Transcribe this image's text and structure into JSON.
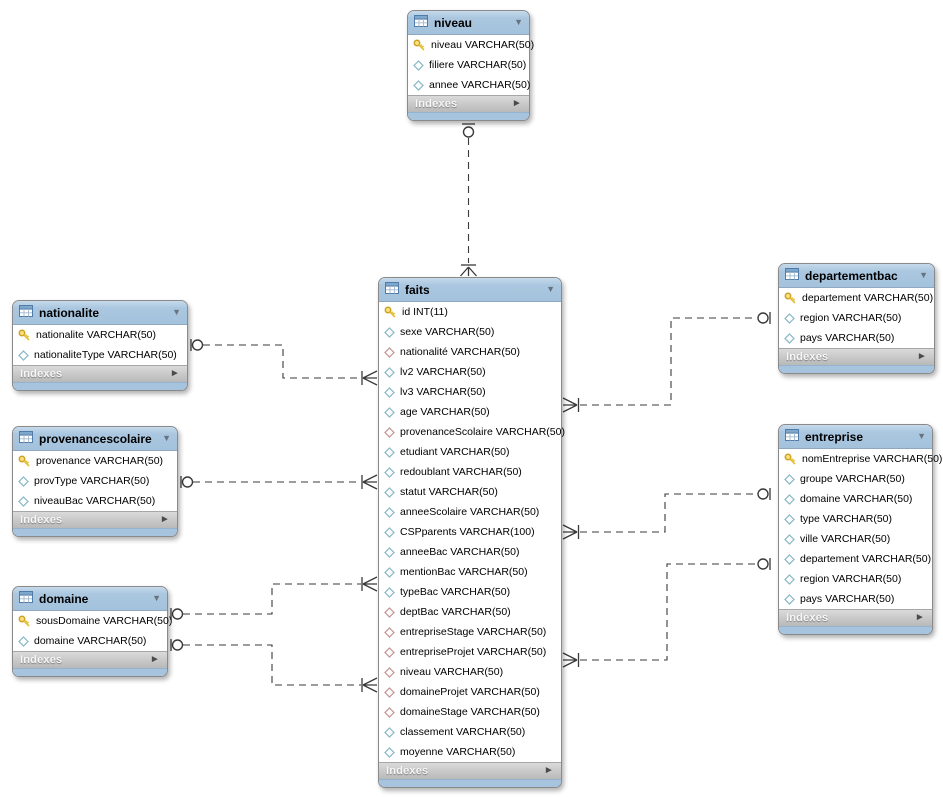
{
  "diagram": {
    "indexes_label": "Indexes",
    "collapse_icon": "▼",
    "expand_icon": "►",
    "colors": {
      "table_header": "#a7c4de",
      "primary_key": "#ffd74d",
      "column_diamond": "#85b6c4",
      "foreign_key_diamond": "#c49090",
      "relationship_line": "#3a3a3a"
    },
    "tables": [
      {
        "name": "niveau",
        "columns": [
          {
            "icon": "key",
            "text": "niveau VARCHAR(50)"
          },
          {
            "icon": "col",
            "text": "filiere VARCHAR(50)"
          },
          {
            "icon": "col",
            "text": "annee VARCHAR(50)"
          }
        ]
      },
      {
        "name": "nationalite",
        "columns": [
          {
            "icon": "key",
            "text": "nationalite VARCHAR(50)"
          },
          {
            "icon": "col",
            "text": "nationaliteType VARCHAR(50)"
          }
        ]
      },
      {
        "name": "provenancescolaire",
        "columns": [
          {
            "icon": "key",
            "text": "provenance VARCHAR(50)"
          },
          {
            "icon": "col",
            "text": "provType VARCHAR(50)"
          },
          {
            "icon": "col",
            "text": "niveauBac VARCHAR(50)"
          }
        ]
      },
      {
        "name": "domaine",
        "columns": [
          {
            "icon": "key",
            "text": "sousDomaine VARCHAR(50)"
          },
          {
            "icon": "col",
            "text": "domaine VARCHAR(50)"
          }
        ]
      },
      {
        "name": "faits",
        "columns": [
          {
            "icon": "key",
            "text": "id INT(11)"
          },
          {
            "icon": "col",
            "text": "sexe VARCHAR(50)"
          },
          {
            "icon": "fk",
            "text": "nationalité VARCHAR(50)"
          },
          {
            "icon": "col",
            "text": "lv2 VARCHAR(50)"
          },
          {
            "icon": "col",
            "text": "lv3 VARCHAR(50)"
          },
          {
            "icon": "col",
            "text": "age VARCHAR(50)"
          },
          {
            "icon": "fk",
            "text": "provenanceScolaire VARCHAR(50)"
          },
          {
            "icon": "col",
            "text": "etudiant VARCHAR(50)"
          },
          {
            "icon": "col",
            "text": "redoublant VARCHAR(50)"
          },
          {
            "icon": "col",
            "text": "statut VARCHAR(50)"
          },
          {
            "icon": "col",
            "text": "anneeScolaire VARCHAR(50)"
          },
          {
            "icon": "col",
            "text": "CSPparents VARCHAR(100)"
          },
          {
            "icon": "col",
            "text": "anneeBac VARCHAR(50)"
          },
          {
            "icon": "col",
            "text": "mentionBac VARCHAR(50)"
          },
          {
            "icon": "col",
            "text": "typeBac VARCHAR(50)"
          },
          {
            "icon": "fk",
            "text": "deptBac VARCHAR(50)"
          },
          {
            "icon": "fk",
            "text": "entrepriseStage VARCHAR(50)"
          },
          {
            "icon": "fk",
            "text": "entrepriseProjet VARCHAR(50)"
          },
          {
            "icon": "fk",
            "text": "niveau VARCHAR(50)"
          },
          {
            "icon": "fk",
            "text": "domaineProjet VARCHAR(50)"
          },
          {
            "icon": "fk",
            "text": "domaineStage VARCHAR(50)"
          },
          {
            "icon": "col",
            "text": "classement VARCHAR(50)"
          },
          {
            "icon": "col",
            "text": "moyenne VARCHAR(50)"
          }
        ]
      },
      {
        "name": "departementbac",
        "columns": [
          {
            "icon": "key",
            "text": "departement VARCHAR(50)"
          },
          {
            "icon": "col",
            "text": "region VARCHAR(50)"
          },
          {
            "icon": "col",
            "text": "pays VARCHAR(50)"
          }
        ]
      },
      {
        "name": "entreprise",
        "columns": [
          {
            "icon": "key",
            "text": "nomEntreprise VARCHAR(50)"
          },
          {
            "icon": "col",
            "text": "groupe VARCHAR(50)"
          },
          {
            "icon": "col",
            "text": "domaine VARCHAR(50)"
          },
          {
            "icon": "col",
            "text": "type VARCHAR(50)"
          },
          {
            "icon": "col",
            "text": "ville VARCHAR(50)"
          },
          {
            "icon": "col",
            "text": "departement VARCHAR(50)"
          },
          {
            "icon": "col",
            "text": "region VARCHAR(50)"
          },
          {
            "icon": "col",
            "text": "pays VARCHAR(50)"
          }
        ]
      }
    ],
    "relationships": [
      {
        "from": "niveau",
        "to": "faits",
        "from_end": "zero-or-one",
        "to_end": "one-or-many"
      },
      {
        "from": "nationalite",
        "to": "faits",
        "from_end": "zero-or-one",
        "to_end": "one-or-many"
      },
      {
        "from": "provenancescolaire",
        "to": "faits",
        "from_end": "zero-or-one",
        "to_end": "one-or-many"
      },
      {
        "from": "domaine",
        "to": "faits",
        "from_end": "zero-or-one",
        "to_end": "one-or-many"
      },
      {
        "from": "domaine",
        "to": "faits",
        "from_end": "zero-or-one",
        "to_end": "one-or-many"
      },
      {
        "from": "departementbac",
        "to": "faits",
        "from_end": "zero-or-one",
        "to_end": "one-or-many"
      },
      {
        "from": "entreprise",
        "to": "faits",
        "from_end": "zero-or-one",
        "to_end": "one-or-many"
      },
      {
        "from": "entreprise",
        "to": "faits",
        "from_end": "zero-or-one",
        "to_end": "one-or-many"
      }
    ]
  }
}
